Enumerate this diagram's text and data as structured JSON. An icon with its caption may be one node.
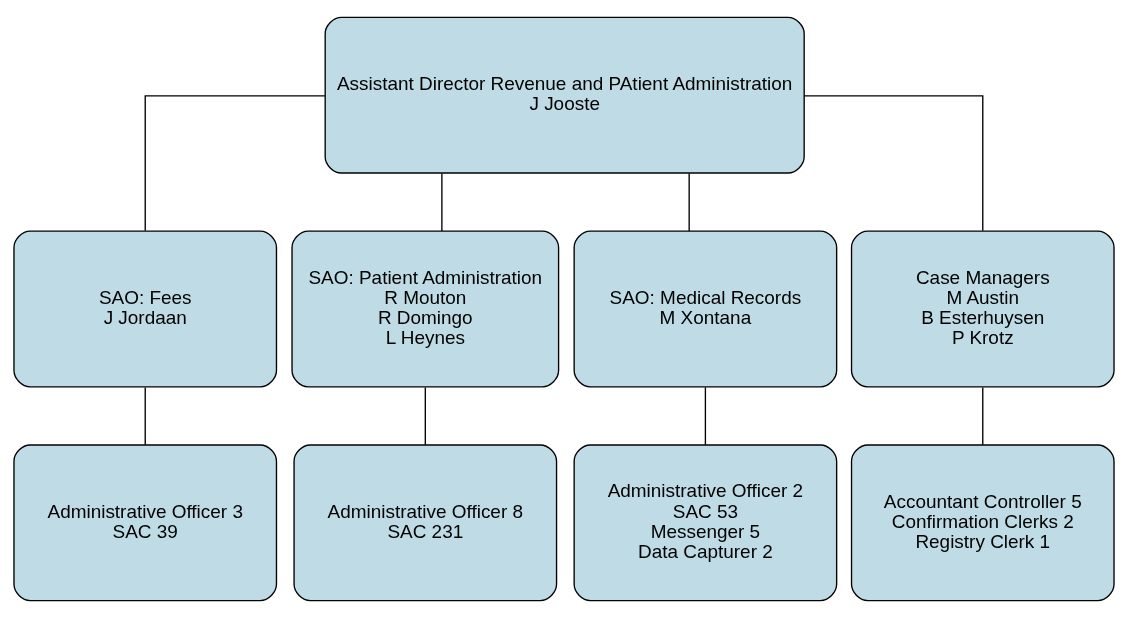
{
  "diagram": {
    "nodes": [
      {
        "text": [
          "Assistant Director Revenue and PAtient Administration",
          "J Jooste"
        ]
      },
      {
        "text": [
          "SAO: Fees",
          "J Jordaan"
        ]
      },
      {
        "text": [
          "SAO: Patient Administration",
          "R Mouton",
          "R Domingo",
          "L Heynes"
        ]
      },
      {
        "text": [
          "SAO: Medical Records",
          "M Xontana"
        ]
      },
      {
        "text": [
          "Case Managers",
          "M Austin",
          "B Esterhuysen",
          "P Krotz"
        ]
      },
      {
        "text": [
          "Administrative Officer 3",
          "SAC 39"
        ]
      },
      {
        "text": [
          "Administrative Officer 8",
          "SAC 231"
        ]
      },
      {
        "text": [
          "Administrative Officer 2",
          "SAC 53",
          "Messenger 5",
          "Data Capturer 2"
        ]
      },
      {
        "text": [
          "Accountant Controller 5",
          "Confirmation Clerks 2",
          "Registry Clerk 1"
        ]
      }
    ],
    "edges": [
      {
        "from": 0,
        "to": 1,
        "arrow": "none"
      },
      {
        "from": 0,
        "to": 2,
        "arrow": "none"
      },
      {
        "from": 0,
        "to": 3,
        "arrow": "none"
      },
      {
        "from": 0,
        "to": 4,
        "arrow": "none"
      },
      {
        "from": 1,
        "to": 5,
        "arrow": "none"
      },
      {
        "from": 2,
        "to": 6,
        "arrow": "none"
      },
      {
        "from": 3,
        "to": 7,
        "arrow": "none"
      },
      {
        "from": 4,
        "to": 8,
        "arrow": "none"
      }
    ]
  }
}
